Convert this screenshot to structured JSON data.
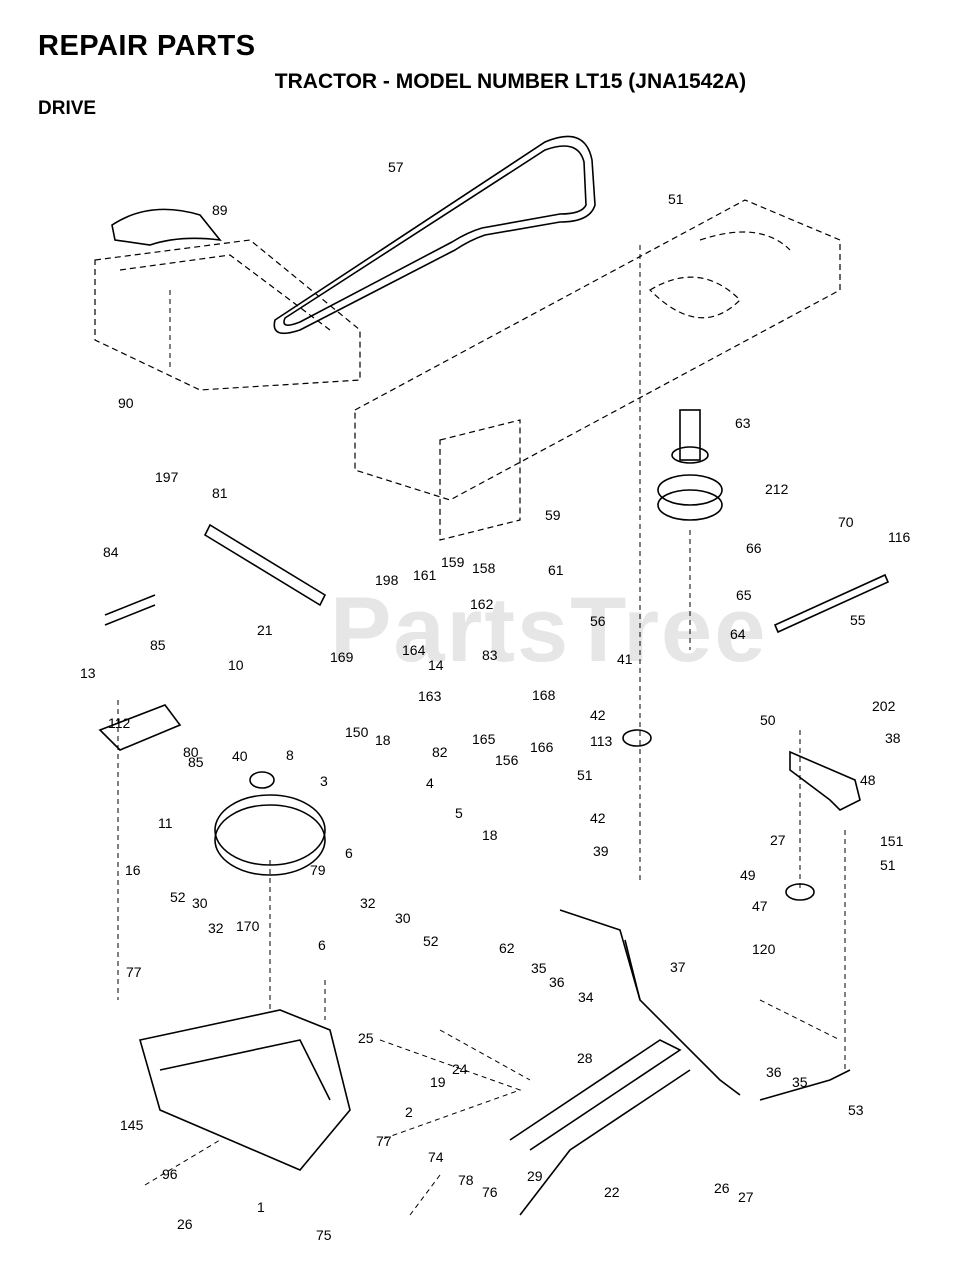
{
  "header": {
    "title": "REPAIR PARTS",
    "subtitle": "TRACTOR - MODEL NUMBER LT15 (JNA1542A)",
    "section": "DRIVE"
  },
  "watermark": "PartsTree",
  "parts": [
    "57",
    "89",
    "51",
    "90",
    "63",
    "212",
    "70",
    "116",
    "59",
    "197",
    "81",
    "66",
    "198",
    "161",
    "159",
    "158",
    "61",
    "65",
    "84",
    "56",
    "162",
    "55",
    "64",
    "85",
    "21",
    "169",
    "164",
    "83",
    "14",
    "41",
    "10",
    "13",
    "163",
    "168",
    "42",
    "112",
    "82",
    "165",
    "156",
    "166",
    "50",
    "202",
    "80",
    "150",
    "18",
    "113",
    "40",
    "8",
    "4",
    "51",
    "38",
    "48",
    "11",
    "85",
    "3",
    "5",
    "18",
    "42",
    "27",
    "151",
    "6",
    "39",
    "51",
    "16",
    "79",
    "49",
    "52",
    "30",
    "47",
    "32",
    "170",
    "120",
    "62",
    "35",
    "36",
    "6",
    "32",
    "30",
    "37",
    "52",
    "34",
    "77",
    "25",
    "24",
    "28",
    "19",
    "36",
    "35",
    "2",
    "53",
    "145",
    "77",
    "29",
    "26",
    "96",
    "74",
    "27",
    "22",
    "1",
    "78",
    "76",
    "26",
    "75"
  ]
}
